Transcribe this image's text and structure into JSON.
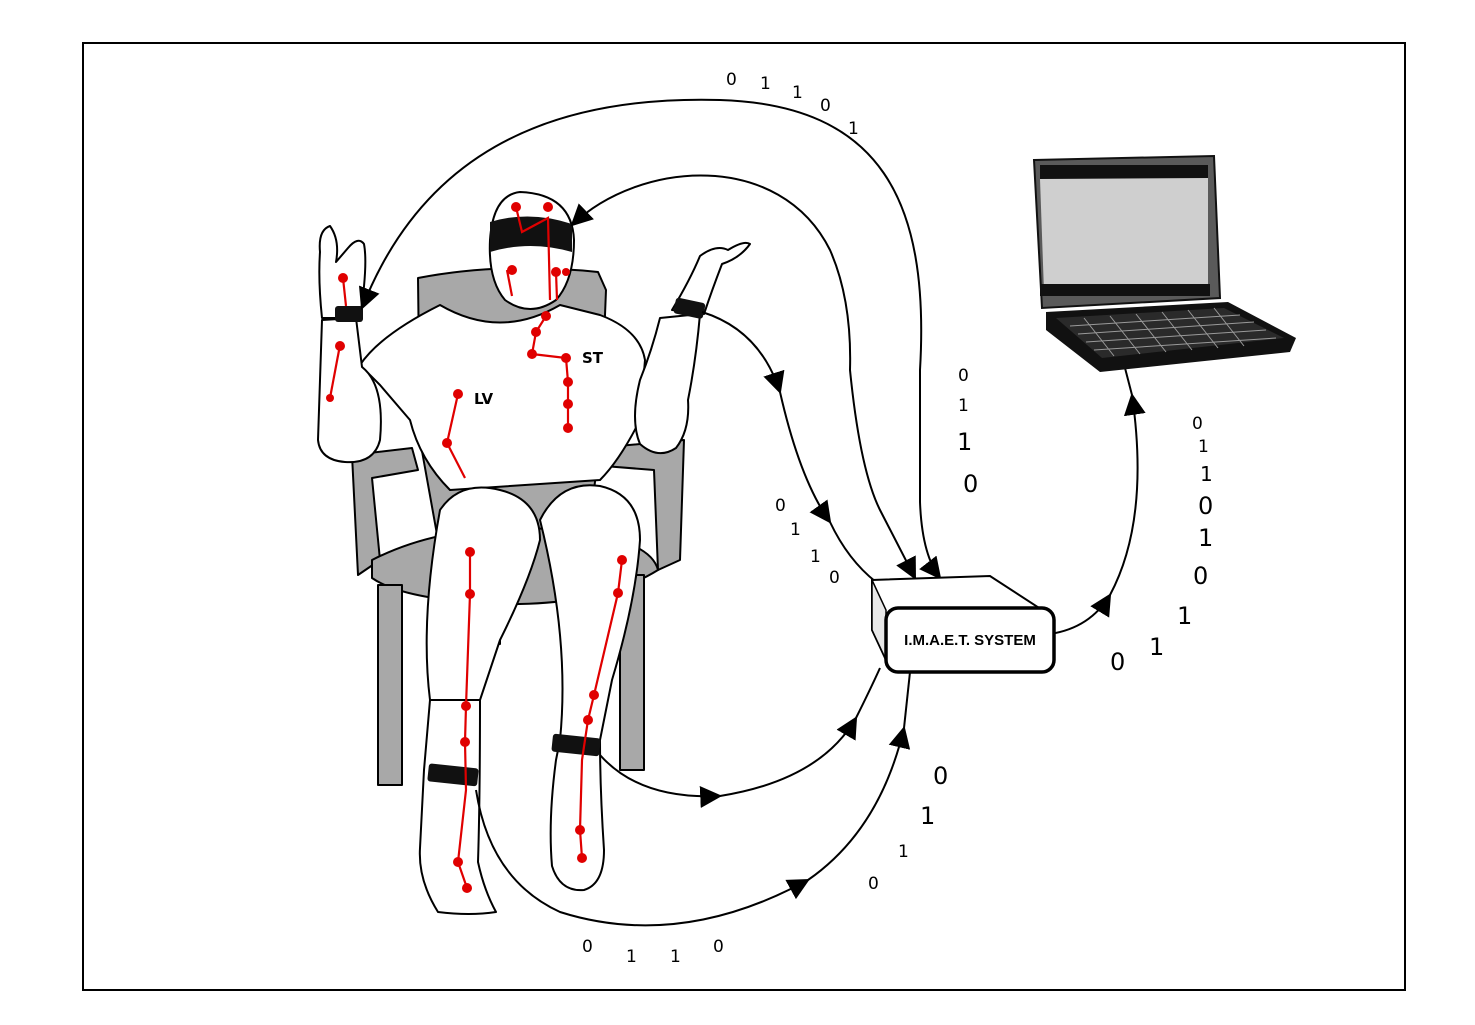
{
  "labels": {
    "system": "I.M.A.E.T.  SYSTEM",
    "sensor_lv": "LV",
    "sensor_st": "ST"
  },
  "bit_streams": {
    "top_arc": [
      "0",
      "1",
      "1",
      "0",
      "1"
    ],
    "center_right": [
      "0",
      "1",
      "1",
      "0"
    ],
    "left_of_system": [
      "0",
      "1",
      "1",
      "0"
    ],
    "laptop_link": [
      "0",
      "1",
      "1",
      "0",
      "1",
      "0",
      "1",
      "1",
      "0"
    ],
    "lower_right": [
      "0",
      "1",
      "1",
      "0"
    ],
    "bottom": [
      "0",
      "1",
      "1",
      "0"
    ]
  },
  "colors": {
    "sensor": "#e00000",
    "band": "#111111",
    "chair": "#a8a8a8",
    "screen": "#cfcfcf",
    "laptop_frame": "#5a5a5a"
  },
  "icons": [
    "laptop-icon",
    "system-box-icon",
    "seated-person-icon",
    "chair-icon"
  ]
}
